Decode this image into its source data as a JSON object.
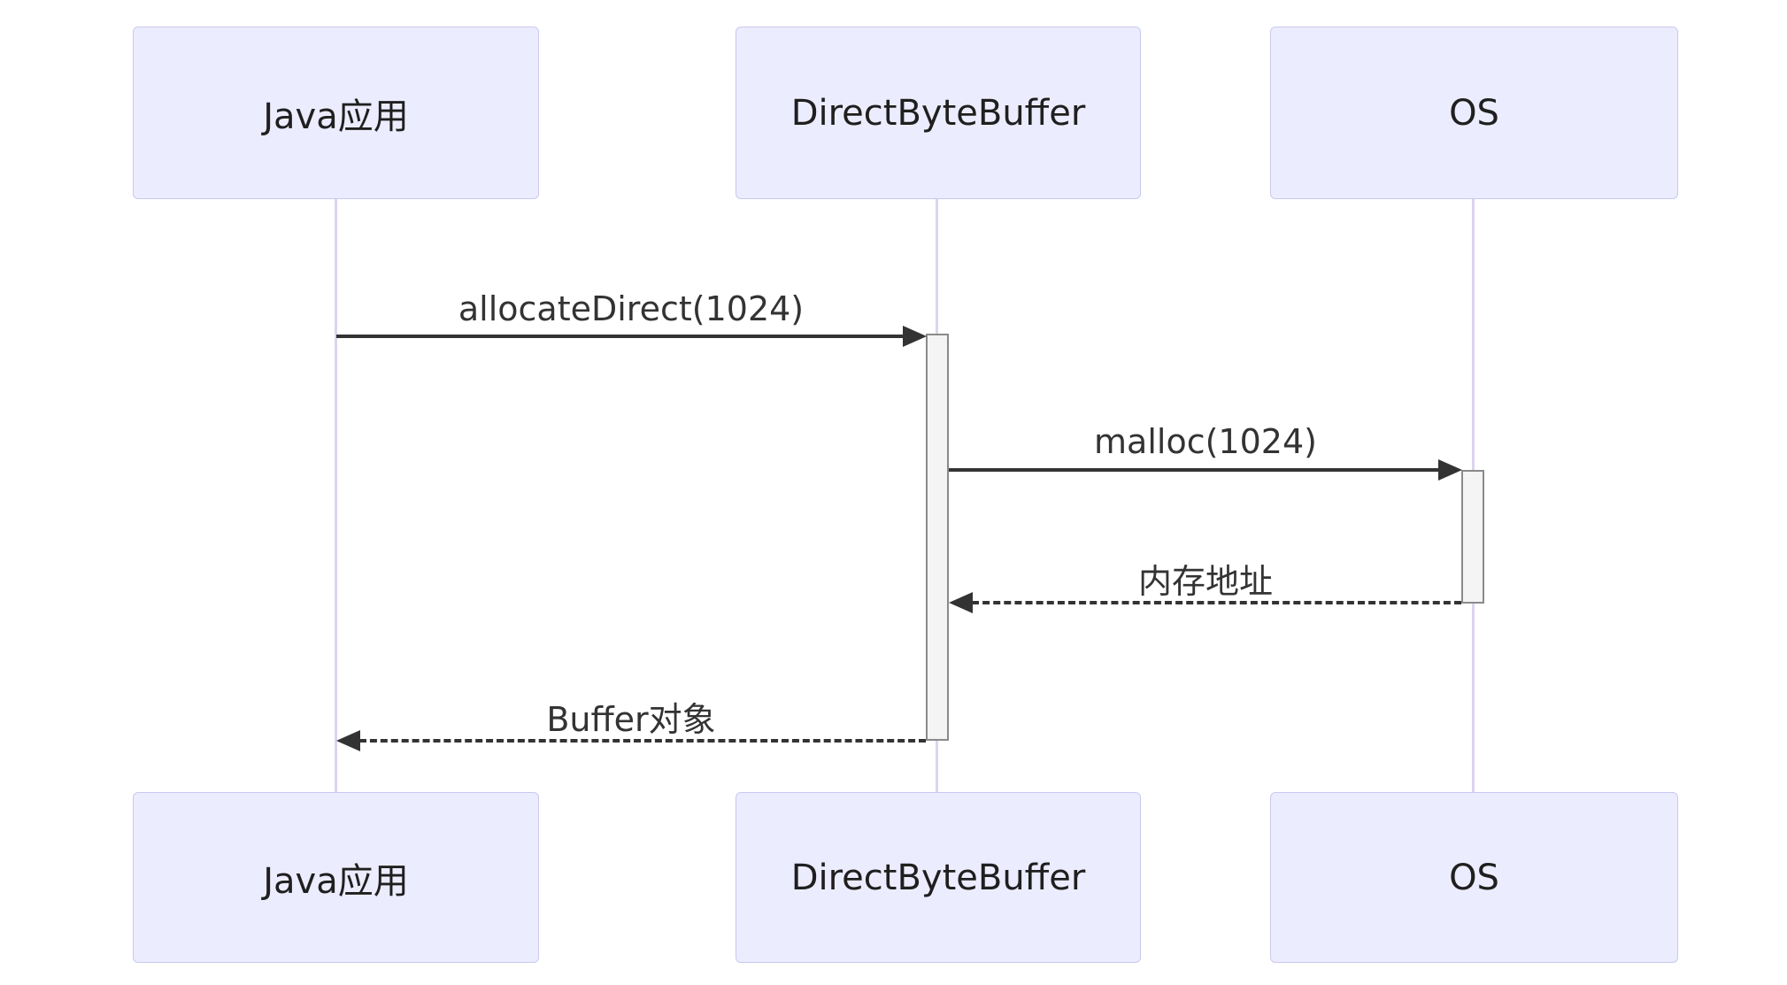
{
  "diagram": {
    "type": "sequence",
    "participants": [
      {
        "id": "java",
        "label": "Java应用"
      },
      {
        "id": "dbb",
        "label": "DirectByteBuffer"
      },
      {
        "id": "os",
        "label": "OS"
      }
    ],
    "messages": [
      {
        "from": "java",
        "to": "dbb",
        "label": "allocateDirect(1024)",
        "style": "solid"
      },
      {
        "from": "dbb",
        "to": "os",
        "label": "malloc(1024)",
        "style": "solid"
      },
      {
        "from": "os",
        "to": "dbb",
        "label": "内存地址",
        "style": "dashed"
      },
      {
        "from": "dbb",
        "to": "java",
        "label": "Buffer对象",
        "style": "dashed"
      }
    ],
    "colors": {
      "actor_fill": "#ECECFF",
      "actor_border": "#C9C9F0",
      "lifeline": "#DDD3EE",
      "activation_fill": "#F4F4F4",
      "activation_border": "#8A8A8A",
      "arrow": "#333333",
      "text": "#333333",
      "background": "#FFFFFF"
    }
  }
}
